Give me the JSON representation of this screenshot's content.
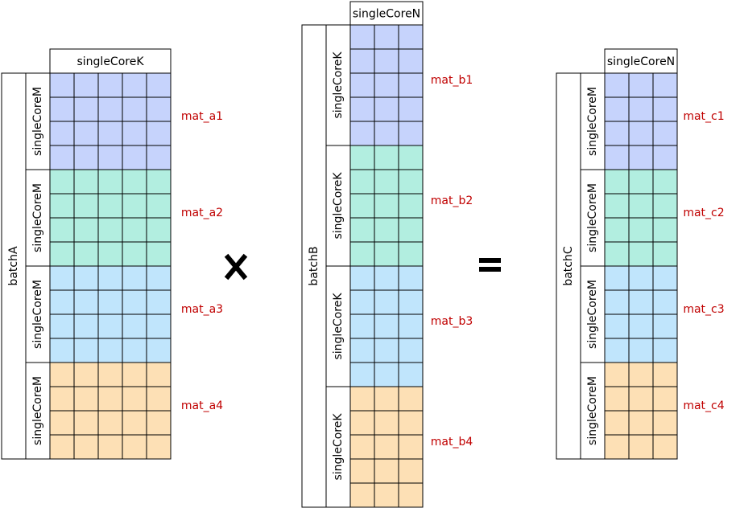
{
  "colors": {
    "blue": "#c6d3fc",
    "teal": "#b2eee0",
    "lightblue": "#c0e5fc",
    "orange": "#fde0b5",
    "line": "#000000",
    "label": "#c00000",
    "background": "#ffffff"
  },
  "operators": {
    "multiply_icon": "multiply-icon",
    "equals_icon": "equals-icon"
  },
  "matrix_a": {
    "batch_label": "batchA",
    "top_label": "singleCoreK",
    "block_side_label": "singleCoreM",
    "cols": 5,
    "blocks": [
      {
        "name": "mat_a1",
        "color": "#c6d3fc",
        "rows": 4
      },
      {
        "name": "mat_a2",
        "color": "#b2eee0",
        "rows": 4
      },
      {
        "name": "mat_a3",
        "color": "#c0e5fc",
        "rows": 4
      },
      {
        "name": "mat_a4",
        "color": "#fde0b5",
        "rows": 4
      }
    ]
  },
  "matrix_b": {
    "batch_label": "batchB",
    "top_label": "singleCoreN",
    "block_side_label": "singleCoreK",
    "cols": 3,
    "blocks": [
      {
        "name": "mat_b1",
        "color": "#c6d3fc",
        "rows": 5
      },
      {
        "name": "mat_b2",
        "color": "#b2eee0",
        "rows": 5
      },
      {
        "name": "mat_b3",
        "color": "#c0e5fc",
        "rows": 5
      },
      {
        "name": "mat_b4",
        "color": "#fde0b5",
        "rows": 5
      }
    ]
  },
  "matrix_c": {
    "batch_label": "batchC",
    "top_label": "singleCoreN",
    "block_side_label": "singleCoreM",
    "cols": 3,
    "blocks": [
      {
        "name": "mat_c1",
        "color": "#c6d3fc",
        "rows": 4
      },
      {
        "name": "mat_c2",
        "color": "#b2eee0",
        "rows": 4
      },
      {
        "name": "mat_c3",
        "color": "#c0e5fc",
        "rows": 4
      },
      {
        "name": "mat_c4",
        "color": "#fde0b5",
        "rows": 4
      }
    ]
  }
}
